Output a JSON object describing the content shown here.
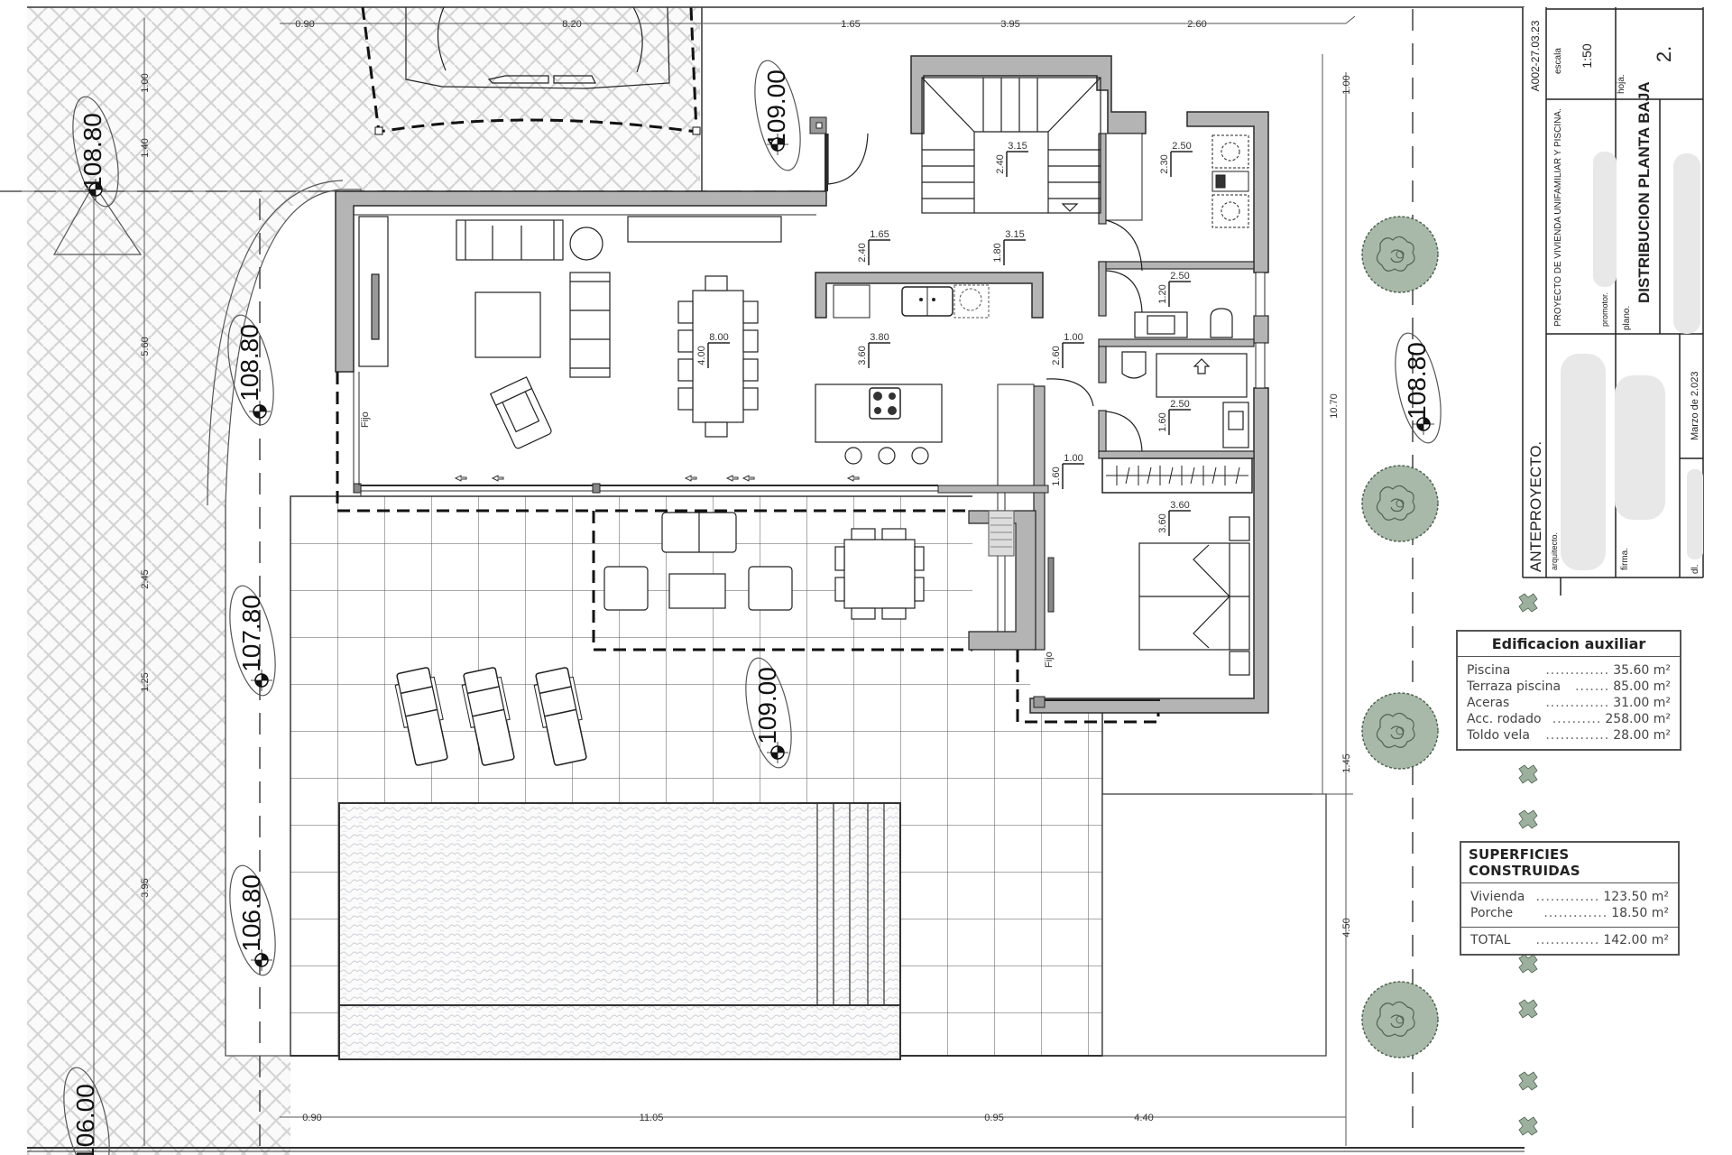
{
  "title_block": {
    "code": "A002-27.03.23",
    "escala_label": "escala",
    "escala_value": "1:50",
    "hoja_label": "hoja.",
    "hoja_value": "2.",
    "proyecto": "PROYECTO DE VIVIENDA UNIFAMILIAR Y PISCINA.",
    "promotor_label": "promotor.",
    "plano_label": "plano.",
    "plano_title": "DISTRIBUCION PLANTA BAJA",
    "fase": "ANTEPROYECTO.",
    "arquitecto_label": "arquitecto.",
    "firma_label": "firma.",
    "fecha": "Marzo de 2.023",
    "dl_label": "dl."
  },
  "edificacion_auxiliar": {
    "title": "Edificacion auxiliar",
    "rows": [
      {
        "label": "Piscina",
        "value": "35.60 m²"
      },
      {
        "label": "Terraza piscina",
        "value": "85.00 m²"
      },
      {
        "label": "Aceras",
        "value": "31.00 m²"
      },
      {
        "label": "Acc. rodado",
        "value": "258.00 m²"
      },
      {
        "label": "Toldo vela",
        "value": "28.00 m²"
      }
    ]
  },
  "superficies_construidas": {
    "title": "SUPERFICIES CONSTRUIDAS",
    "rows": [
      {
        "label": "Vivienda",
        "value": "123.50 m²"
      },
      {
        "label": "Porche",
        "value": "18.50 m²"
      }
    ],
    "total": {
      "label": "TOTAL",
      "value": "142.00 m²"
    }
  },
  "dimensions": {
    "top": [
      "0.90",
      "8.20",
      "1.65",
      "3.95",
      "2.60"
    ],
    "bottom": [
      "0.90",
      "11.05",
      "0.95",
      "4.40"
    ],
    "left": [
      "1.00",
      "1.40",
      "5.60",
      "2.45",
      "1.25",
      "3.95"
    ],
    "right": [
      "1.00",
      "10.70",
      "1.45",
      "4.50"
    ]
  },
  "room_dims": [
    {
      "w": "3.15",
      "h": "2.40"
    },
    {
      "w": "2.50",
      "h": "2.30"
    },
    {
      "w": "1.65",
      "h": "2.40"
    },
    {
      "w": "3.15",
      "h": "1.80"
    },
    {
      "w": "2.50",
      "h": "1.20"
    },
    {
      "w": "8.00",
      "h": "4.00"
    },
    {
      "w": "3.80",
      "h": "3.60"
    },
    {
      "w": "1.00",
      "h": "2.60"
    },
    {
      "w": "2.50",
      "h": "1.60"
    },
    {
      "w": "1.00",
      "h": "1.60"
    },
    {
      "w": "3.60",
      "h": "3.60"
    }
  ],
  "levels": [
    "108.80",
    "109.00",
    "108.80",
    "107.80",
    "106.80",
    "109.00",
    "108.80",
    "106.00"
  ],
  "labels": {
    "fijo": "Fijo"
  },
  "colors": {
    "wall_fill": "#b4b4b4",
    "wall_line": "#2a2a2a",
    "tree_fill": "#a9b9a9",
    "tree_line": "#4f6350",
    "paving": "#e6e6e6"
  }
}
